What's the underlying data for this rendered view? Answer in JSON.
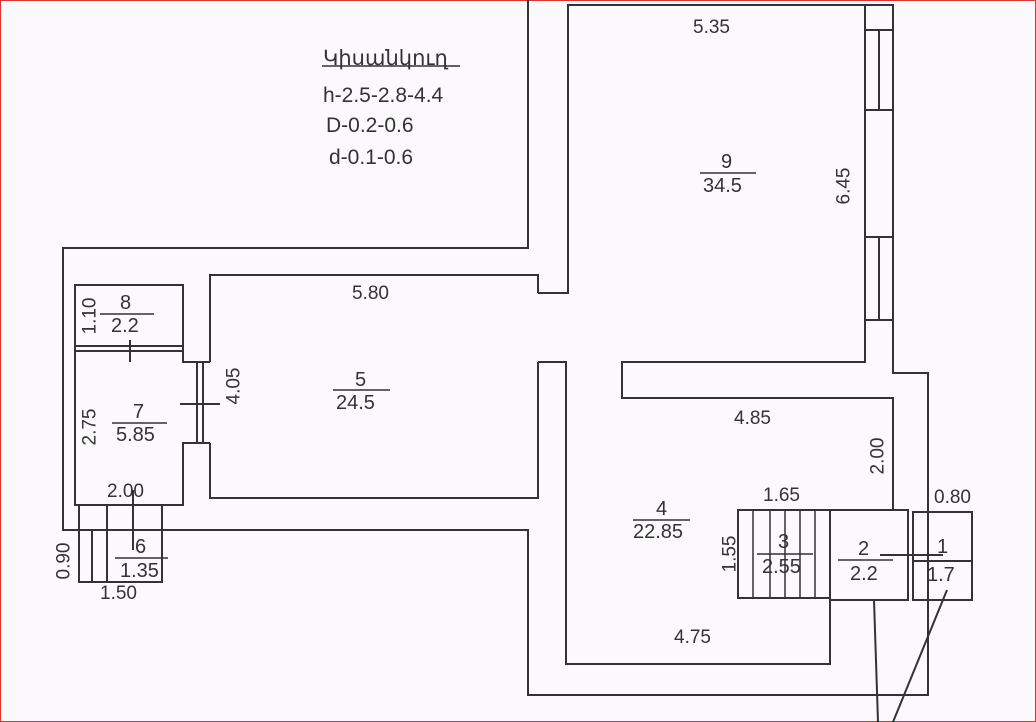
{
  "legend": {
    "title": "Կիսանկուղ",
    "lines": [
      "h-2.5-2.8-4.4",
      "D-0.2-0.6",
      "d-0.1-0.6"
    ]
  },
  "rooms": [
    {
      "number": "1",
      "area": "1.7"
    },
    {
      "number": "2",
      "area": "2.2"
    },
    {
      "number": "3",
      "area": "2.55"
    },
    {
      "number": "4",
      "area": "22.85"
    },
    {
      "number": "5",
      "area": "24.5"
    },
    {
      "number": "6",
      "area": "1.35"
    },
    {
      "number": "7",
      "area": "5.85"
    },
    {
      "number": "8",
      "area": "2.2"
    },
    {
      "number": "9",
      "area": "34.5"
    }
  ],
  "dimensions": {
    "d535": "5.35",
    "d645": "6.45",
    "d580": "5.80",
    "d405": "4.05",
    "d110": "1.10",
    "d275": "2.75",
    "d200a": "2.00",
    "d090": "0.90",
    "d150": "1.50",
    "d485": "4.85",
    "d200b": "2.00",
    "d165": "1.65",
    "d155": "1.55",
    "d080": "0.80",
    "d475": "4.75"
  }
}
